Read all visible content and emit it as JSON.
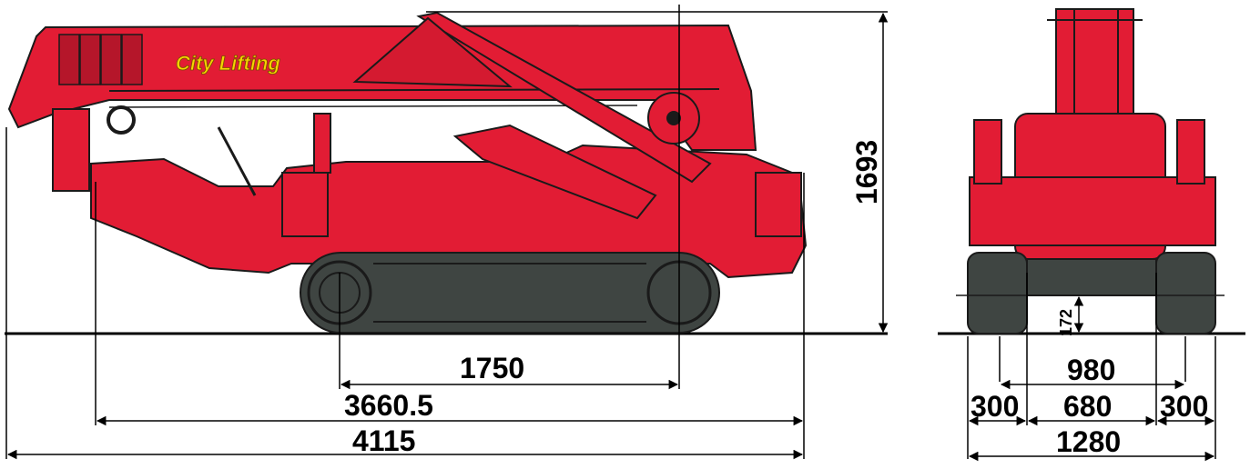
{
  "brand": {
    "logo_text": "City Lifting",
    "logo_color": "#f5d400"
  },
  "colors": {
    "body": "#e21c34",
    "track": "#3f4542",
    "outline": "#1a1a1a",
    "dim_line": "#000000"
  },
  "side_view": {
    "height": "1693",
    "track_span": "1750",
    "body_length": "3660.5",
    "overall_length": "4115"
  },
  "front_view": {
    "clearance": "172",
    "track_center": "980",
    "track_left": "300",
    "inner_gap": "680",
    "track_right": "300",
    "overall_width": "1280"
  }
}
